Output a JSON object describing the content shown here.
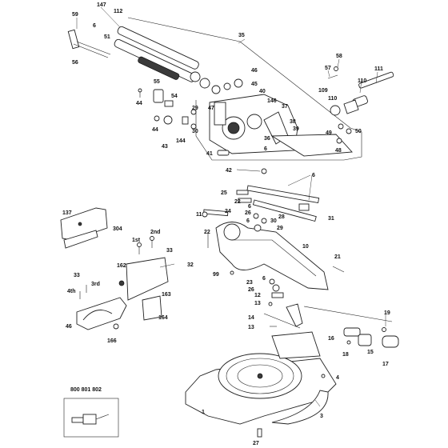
{
  "labels": [
    "147",
    "112",
    "59",
    "6",
    "51",
    "35",
    "56",
    "58",
    "57",
    "111",
    "110",
    "55",
    "46",
    "45",
    "40",
    "44",
    "54",
    "47",
    "146",
    "37",
    "29",
    "38",
    "109",
    "110",
    "44",
    "30",
    "39",
    "41",
    "49",
    "50",
    "43",
    "144",
    "36",
    "6",
    "48",
    "42",
    "6",
    "25",
    "22",
    "6",
    "137",
    "11",
    "24",
    "26",
    "6",
    "30",
    "304",
    "28",
    "29",
    "31",
    "2nd",
    "1st",
    "22",
    "33",
    "10",
    "162",
    "32",
    "33",
    "21",
    "3rd",
    "99",
    "6",
    "23",
    "26",
    "4th",
    "163",
    "12",
    "13",
    "46",
    "164",
    "14",
    "19",
    "13",
    "16",
    "166",
    "15",
    "17",
    "18",
    "4",
    "800 801 802",
    "1",
    "3",
    "27"
  ]
}
